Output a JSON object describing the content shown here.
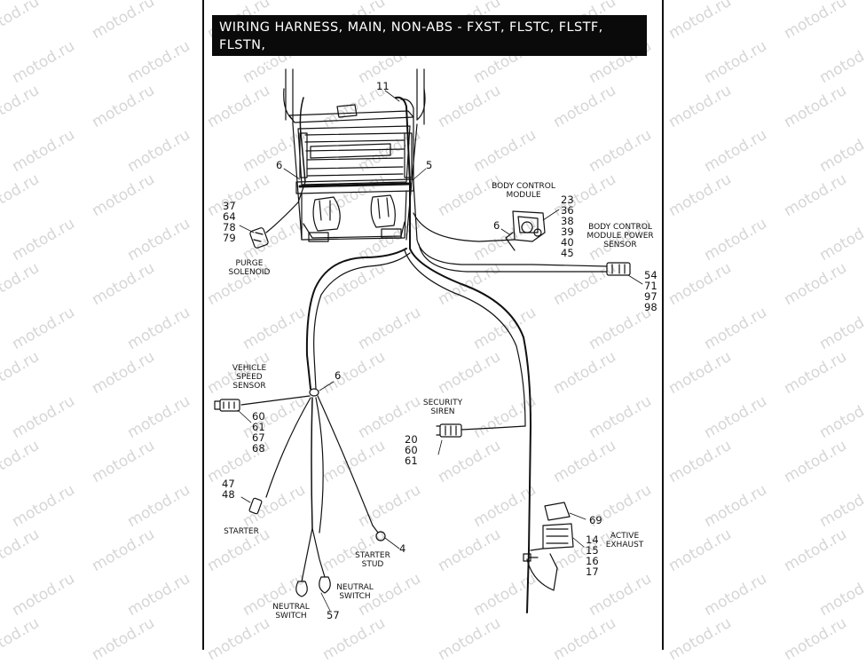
{
  "title": "WIRING HARNESS, MAIN, NON-ABS - FXST, FLSTC, FLSTF, FLSTN,\nFLSTFB",
  "watermark": "motod.ru",
  "callouts": {
    "n11": "11",
    "n6_left": "6",
    "n5": "5",
    "purge_nums": [
      "37",
      "64",
      "78",
      "79"
    ],
    "bcm_nums": [
      "23",
      "36",
      "38",
      "39",
      "40",
      "45"
    ],
    "n6_bcm": "6",
    "power_sensor_nums": [
      "54",
      "71",
      "97",
      "98"
    ],
    "n6_mid": "6",
    "vss_nums": [
      "60",
      "61",
      "67",
      "68"
    ],
    "siren_nums": [
      "20",
      "60",
      "61"
    ],
    "starter_nums": [
      "47",
      "48"
    ],
    "n4": "4",
    "n69": "69",
    "exhaust_nums": [
      "14",
      "15",
      "16",
      "17"
    ],
    "n57": "57"
  },
  "labels": {
    "body_control_module": [
      "BODY CONTROL",
      "MODULE"
    ],
    "bcm_power_sensor": [
      "BODY CONTROL",
      "MODULE POWER",
      "SENSOR"
    ],
    "purge_solenoid": [
      "PURGE",
      "SOLENOID"
    ],
    "vehicle_speed_sensor": [
      "VEHICLE",
      "SPEED",
      "SENSOR"
    ],
    "security_siren": [
      "SECURITY",
      "SIREN"
    ],
    "starter": "STARTER",
    "starter_stud": [
      "STARTER",
      "STUD"
    ],
    "neutral_switch_right": [
      "NEUTRAL",
      "SWITCH"
    ],
    "neutral_switch_left": [
      "NEUTRAL",
      "SWITCH"
    ],
    "active_exhaust": [
      "ACTIVE",
      "EXHAUST"
    ]
  }
}
